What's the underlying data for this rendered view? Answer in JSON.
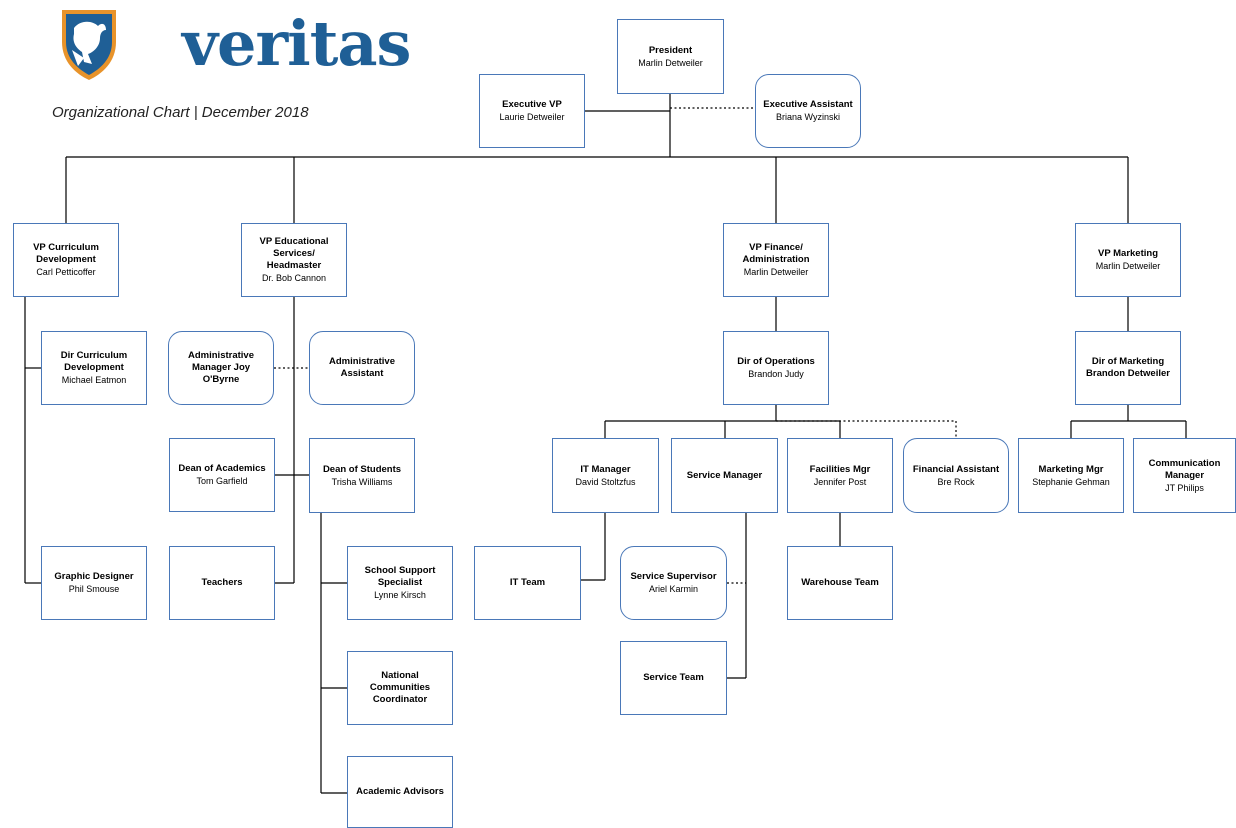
{
  "header": {
    "logo_text": "veritas",
    "subtitle": "Organizational Chart | December 2018"
  },
  "nodes": {
    "president": {
      "title": "President",
      "name": "Marlin Detweiler"
    },
    "exec_vp": {
      "title": "Executive VP",
      "name": "Laurie Detweiler"
    },
    "exec_assistant": {
      "title": "Executive Assistant",
      "name": "Briana Wyzinski"
    },
    "vp_curriculum": {
      "title": "VP Curriculum Development",
      "name": "Carl Petticoffer"
    },
    "vp_educational": {
      "title": "VP Educational Services/ Headmaster",
      "name": "Dr. Bob Cannon"
    },
    "vp_finance": {
      "title": "VP Finance/ Administration",
      "name": "Marlin Detweiler"
    },
    "vp_marketing": {
      "title": "VP Marketing",
      "name": "Marlin Detweiler"
    },
    "dir_curriculum": {
      "title": "Dir Curriculum Development",
      "name": "Michael Eatmon"
    },
    "graphic_designer": {
      "title": "Graphic Designer",
      "name": "Phil Smouse"
    },
    "admin_manager": {
      "title": "Administrative Manager Joy O'Byrne",
      "name": ""
    },
    "admin_assistant": {
      "title": "Administrative Assistant",
      "name": ""
    },
    "dean_academics": {
      "title": "Dean of Academics",
      "name": "Tom Garfield"
    },
    "dean_students": {
      "title": "Dean of Students",
      "name": "Trisha Williams"
    },
    "teachers": {
      "title": "Teachers",
      "name": ""
    },
    "school_support": {
      "title": "School Support Specialist",
      "name": "Lynne Kirsch"
    },
    "national_communities": {
      "title": "National Communities Coordinator",
      "name": ""
    },
    "academic_advisors": {
      "title": "Academic Advisors",
      "name": ""
    },
    "dir_operations": {
      "title": "Dir of Operations",
      "name": "Brandon Judy"
    },
    "it_manager": {
      "title": "IT Manager",
      "name": "David Stoltzfus"
    },
    "service_manager": {
      "title": "Service Manager",
      "name": ""
    },
    "facilities_mgr": {
      "title": "Facilities Mgr",
      "name": "Jennifer Post"
    },
    "financial_assistant": {
      "title": "Financial Assistant",
      "name": "Bre Rock"
    },
    "it_team": {
      "title": "IT Team",
      "name": ""
    },
    "service_supervisor": {
      "title": "Service Supervisor",
      "name": "Ariel Karmin"
    },
    "service_team": {
      "title": "Service Team",
      "name": ""
    },
    "warehouse_team": {
      "title": "Warehouse Team",
      "name": ""
    },
    "dir_marketing": {
      "title": "Dir of Marketing Brandon Detweiler",
      "name": ""
    },
    "marketing_mgr": {
      "title": "Marketing Mgr",
      "name": "Stephanie Gehman"
    },
    "communication_manager": {
      "title": "Communication Manager",
      "name": "JT Philips"
    }
  },
  "colors": {
    "box_border": "#4a78b8",
    "logo_blue": "#1f5f96",
    "logo_orange": "#e8932a",
    "line": "#000000"
  }
}
